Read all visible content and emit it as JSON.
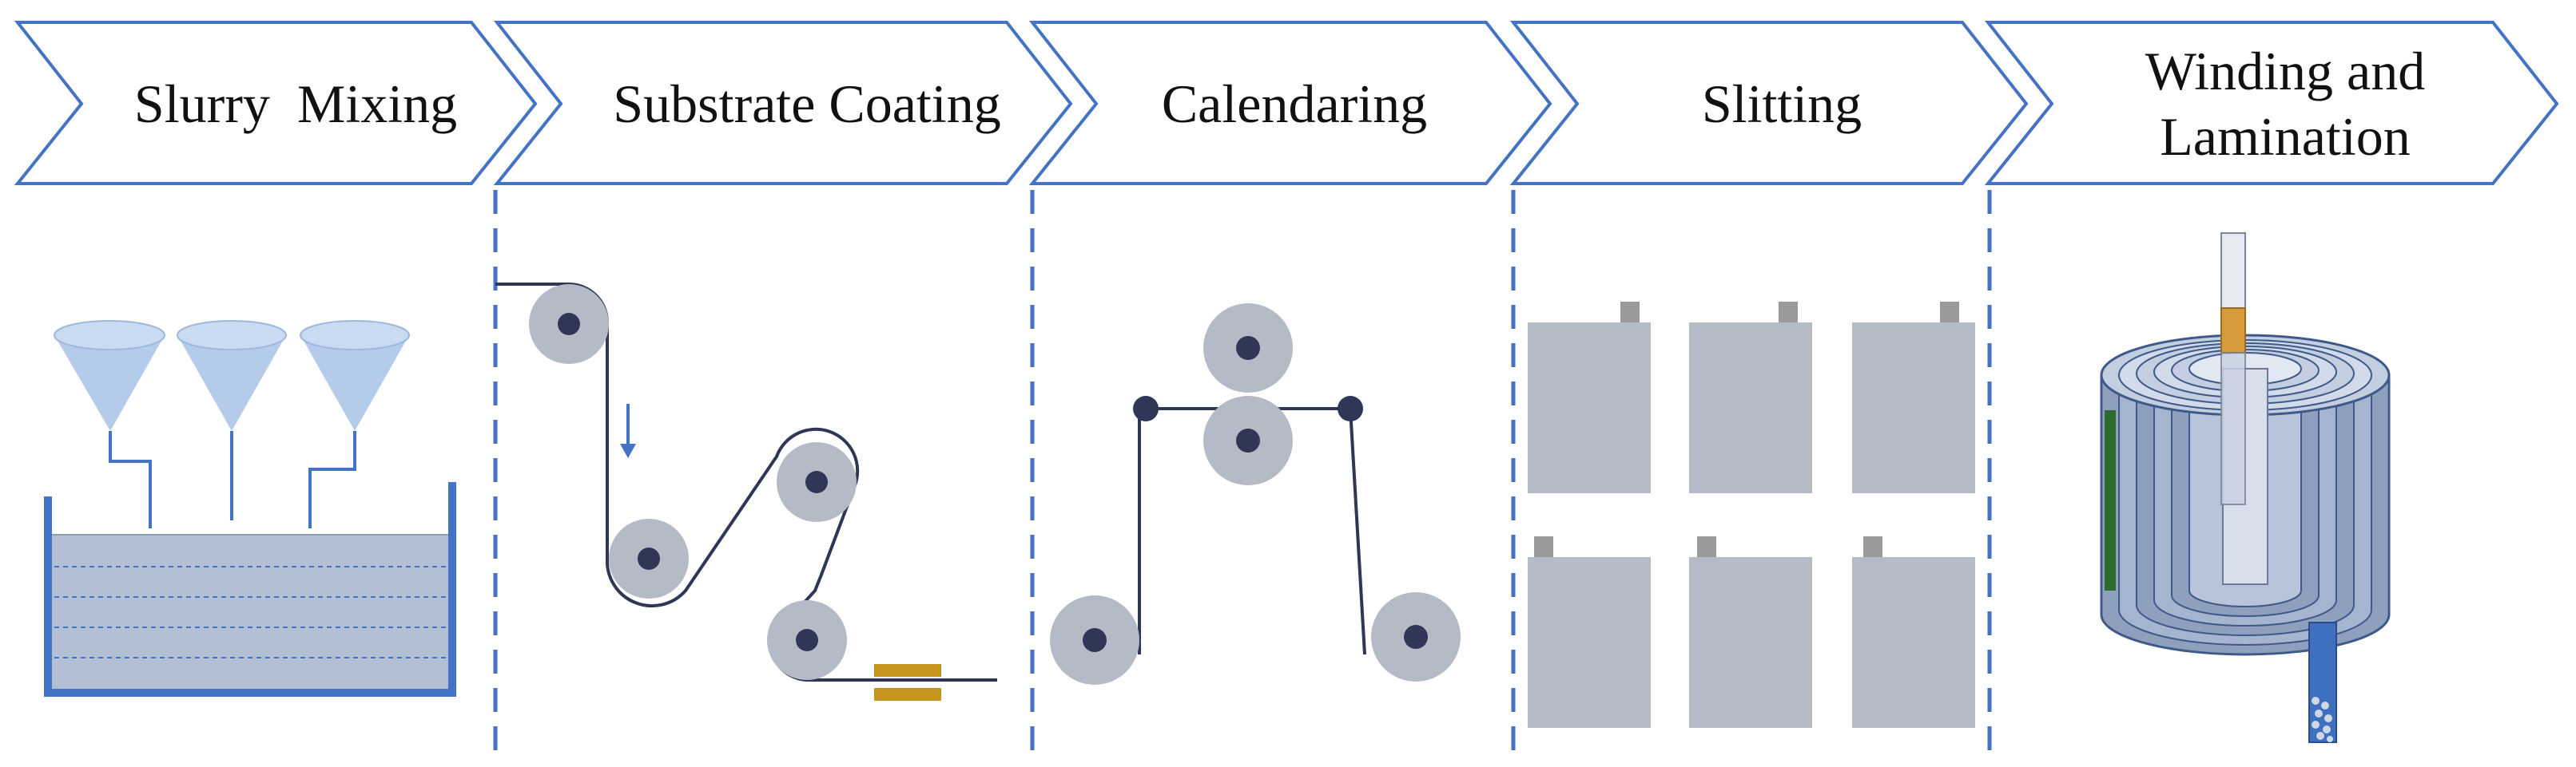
{
  "stages": [
    {
      "id": "slurry-mixing",
      "label": "Slurry  Mixing"
    },
    {
      "id": "substrate-coating",
      "label": "Substrate Coating"
    },
    {
      "id": "calendaring",
      "label": "Calendaring"
    },
    {
      "id": "slitting",
      "label": "Slitting"
    },
    {
      "id": "winding-lamination",
      "label_line1": "Winding and",
      "label_line2": "Lamination"
    }
  ],
  "colors": {
    "arrow_stroke": "#4472c4",
    "divider": "#4472c4",
    "tank_wall": "#4472c4",
    "liquid": "#b3bfd3",
    "funnel": "#b5cbea",
    "roller_outer": "#b4bac6",
    "roller_hub": "#2f3656",
    "web": "#2f3656",
    "coater_pad": "#c8951c",
    "sheet": "#b4bac6",
    "tab": "#9a9a9a",
    "green_strip": "#2e6b2e",
    "copper_tab": "#d79b3c"
  }
}
